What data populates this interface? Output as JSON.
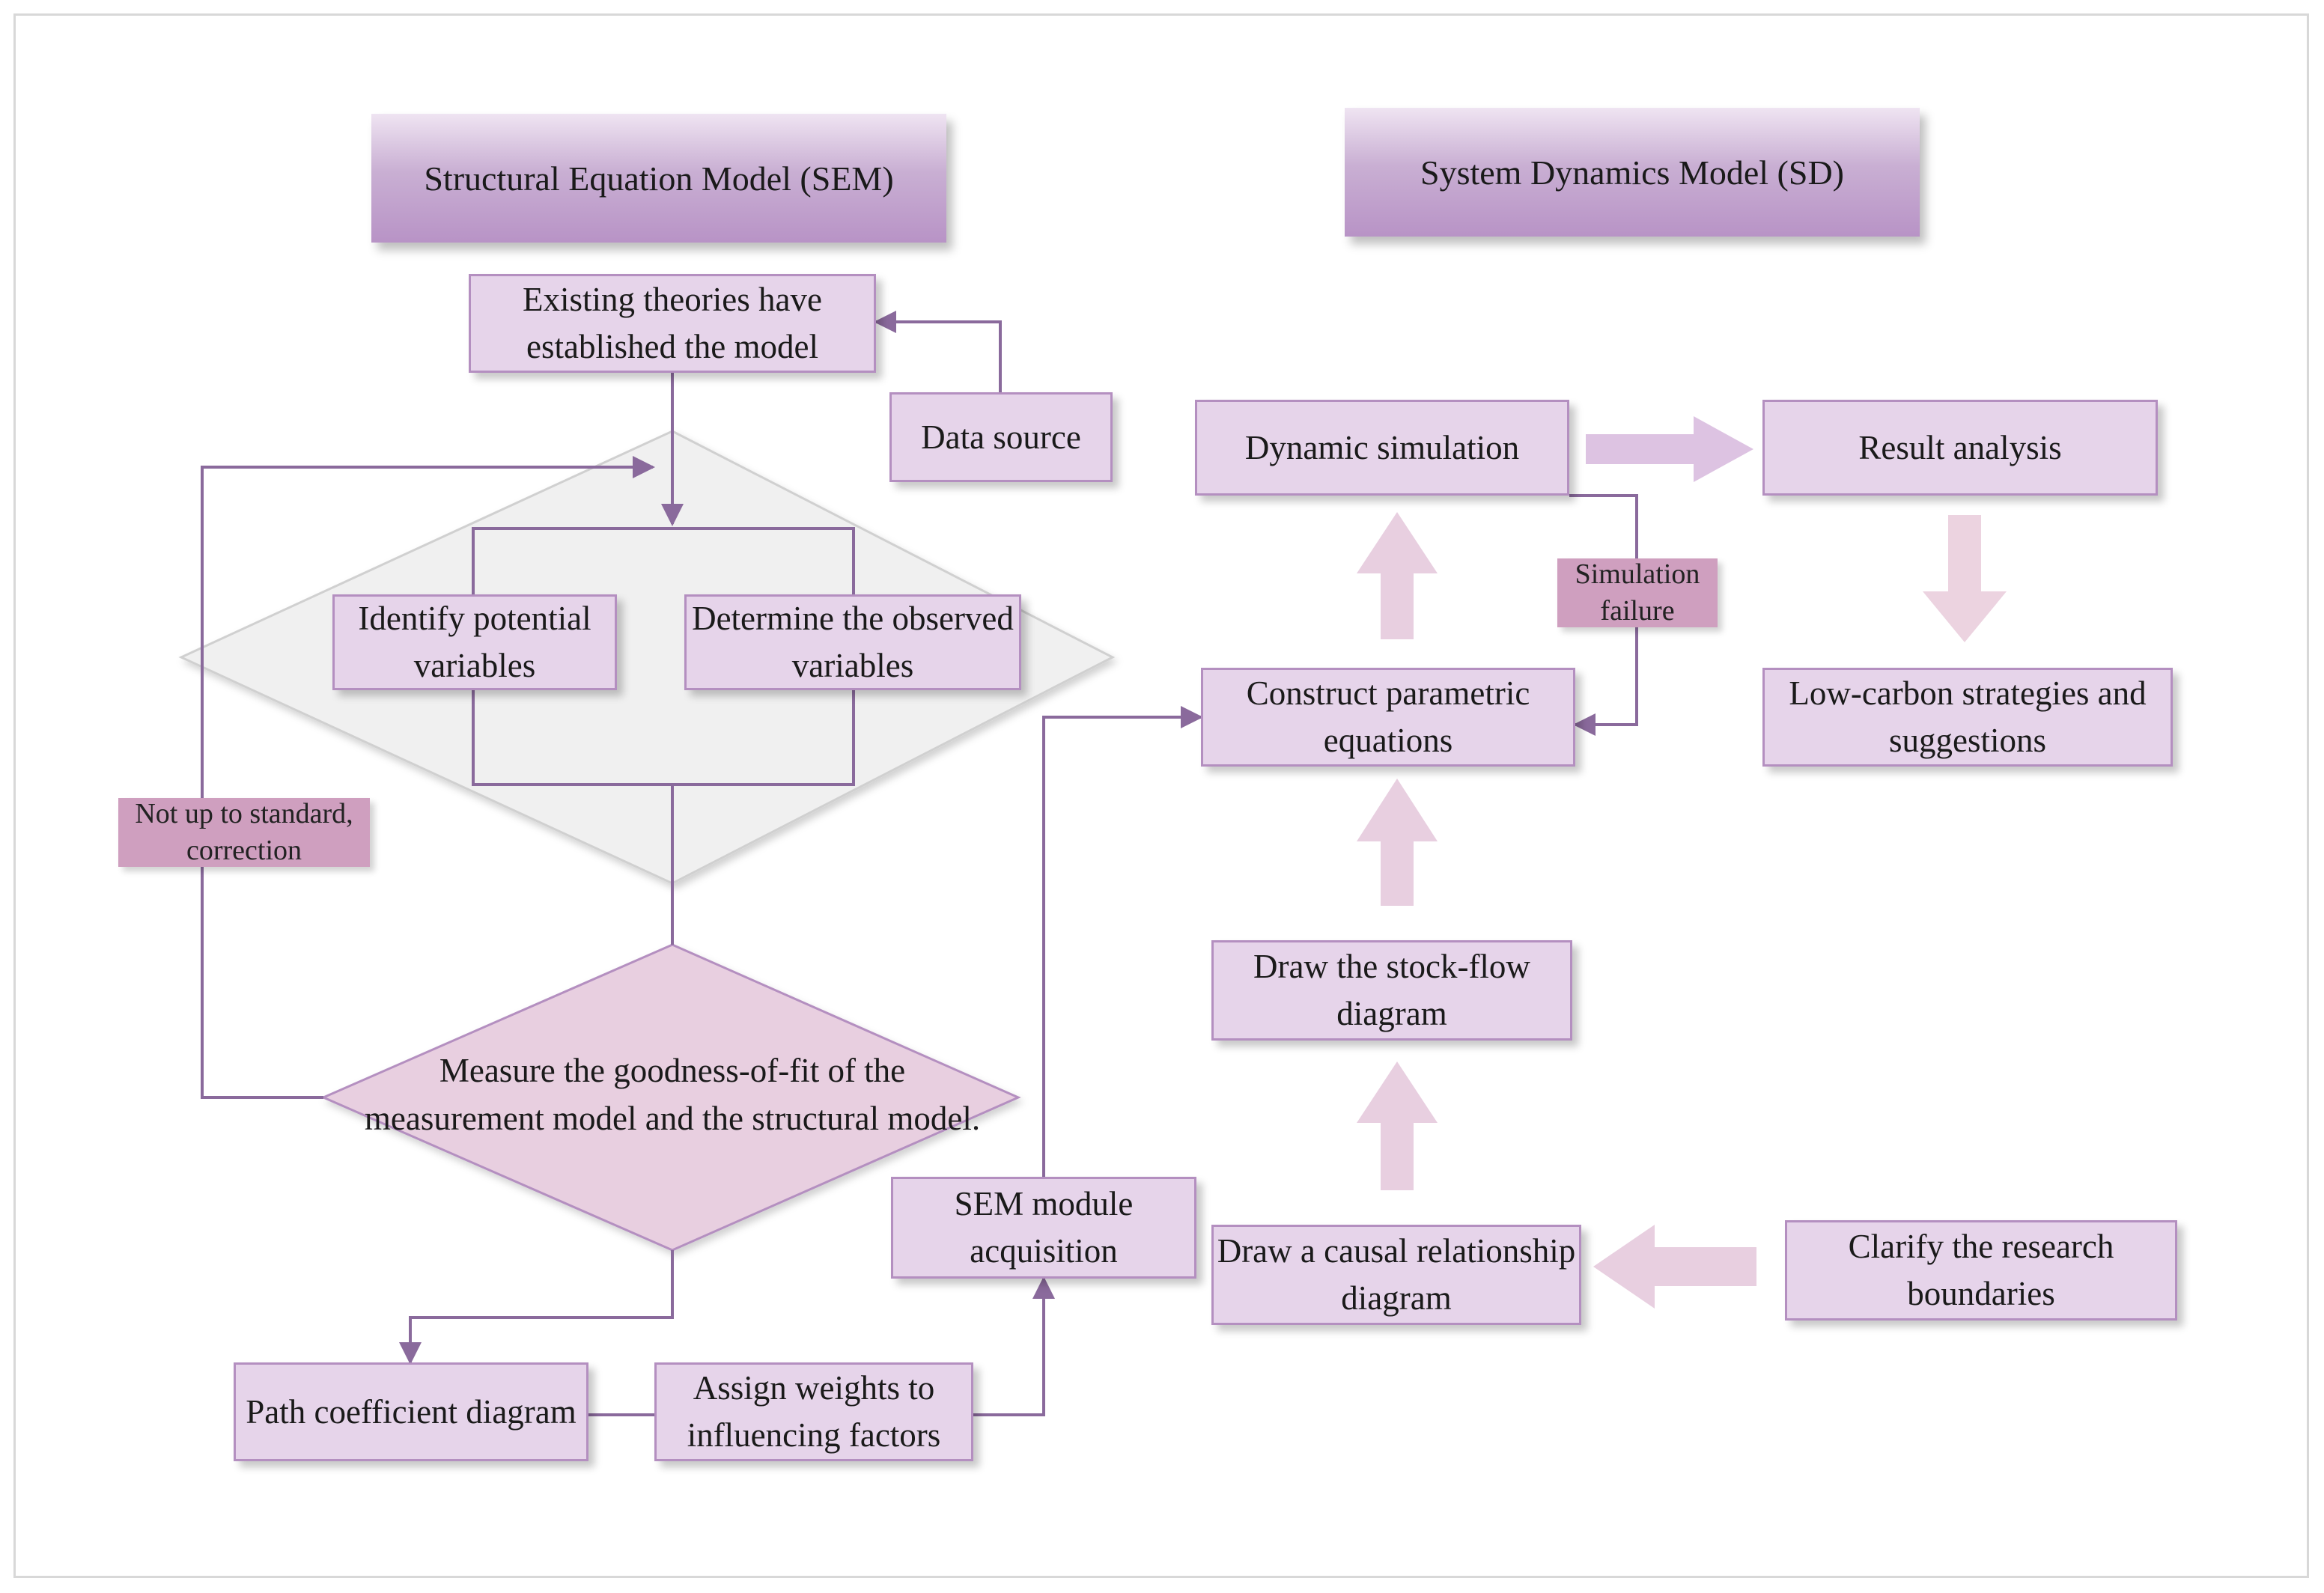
{
  "sem": {
    "header": "Structural Equation Model (SEM)",
    "existing_theories": "Existing theories have established the model",
    "data_source": "Data source",
    "identify_potential": "Identify potential variables",
    "determine_observed": "Determine the observed variables",
    "not_up_to_standard": "Not up to standard, correction",
    "measure_goodness": "Measure the goodness-of-fit of the measurement model and the structural model.",
    "path_coefficient": "Path coefficient diagram",
    "assign_weights": "Assign weights to influencing factors",
    "sem_module": "SEM module acquisition"
  },
  "sd": {
    "header": "System Dynamics Model (SD)",
    "dynamic_simulation": "Dynamic simulation",
    "result_analysis": "Result analysis",
    "simulation_failure": "Simulation failure",
    "construct_equations": "Construct parametric equations",
    "low_carbon": "Low-carbon strategies and suggestions",
    "stock_flow": "Draw the stock-flow diagram",
    "causal_diagram": "Draw a causal relationship diagram",
    "research_boundaries": "Clarify the research boundaries"
  },
  "colors": {
    "node_fill": "#e6d4ea",
    "node_border": "#b48fc0",
    "connector": "#8a6a9c",
    "tag_fill": "#cf9fbf",
    "arrow_fill": "#e8cfe0",
    "diamond_gray": "#f0f0f0",
    "diamond_pink": "#e8cfe0"
  }
}
